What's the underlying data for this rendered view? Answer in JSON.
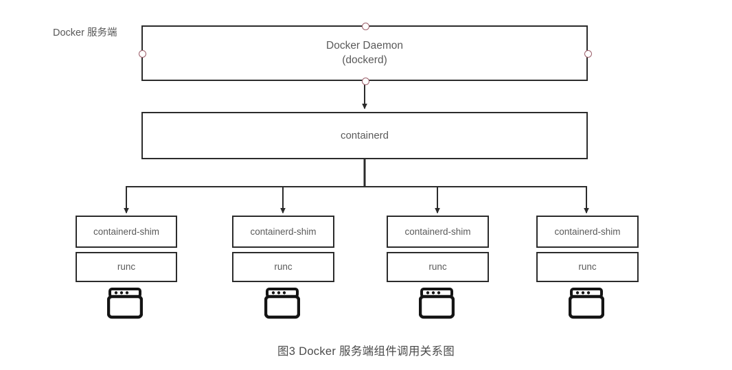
{
  "diagram": {
    "side_label": "Docker 服务端",
    "caption": "图3 Docker 服务端组件调用关系图",
    "colors": {
      "box_stroke": "#2b2b2b",
      "wire": "#2b2b2b",
      "port_stroke": "#9c5f6a",
      "text": "#5a5a5a",
      "background": "#ffffff"
    },
    "daemon": {
      "line1": "Docker Daemon",
      "line2": "(dockerd)"
    },
    "containerd": {
      "label": "containerd"
    },
    "columns": [
      {
        "shim_label": "containerd-shim",
        "runc_label": "runc",
        "icon": "container-window-icon"
      },
      {
        "shim_label": "containerd-shim",
        "runc_label": "runc",
        "icon": "container-window-icon"
      },
      {
        "shim_label": "containerd-shim",
        "runc_label": "runc",
        "icon": "container-window-icon"
      },
      {
        "shim_label": "containerd-shim",
        "runc_label": "runc",
        "icon": "container-window-icon"
      }
    ],
    "ports": [
      {
        "name": "daemon-port-top"
      },
      {
        "name": "daemon-port-bottom"
      },
      {
        "name": "daemon-port-left"
      },
      {
        "name": "daemon-port-right"
      }
    ]
  }
}
